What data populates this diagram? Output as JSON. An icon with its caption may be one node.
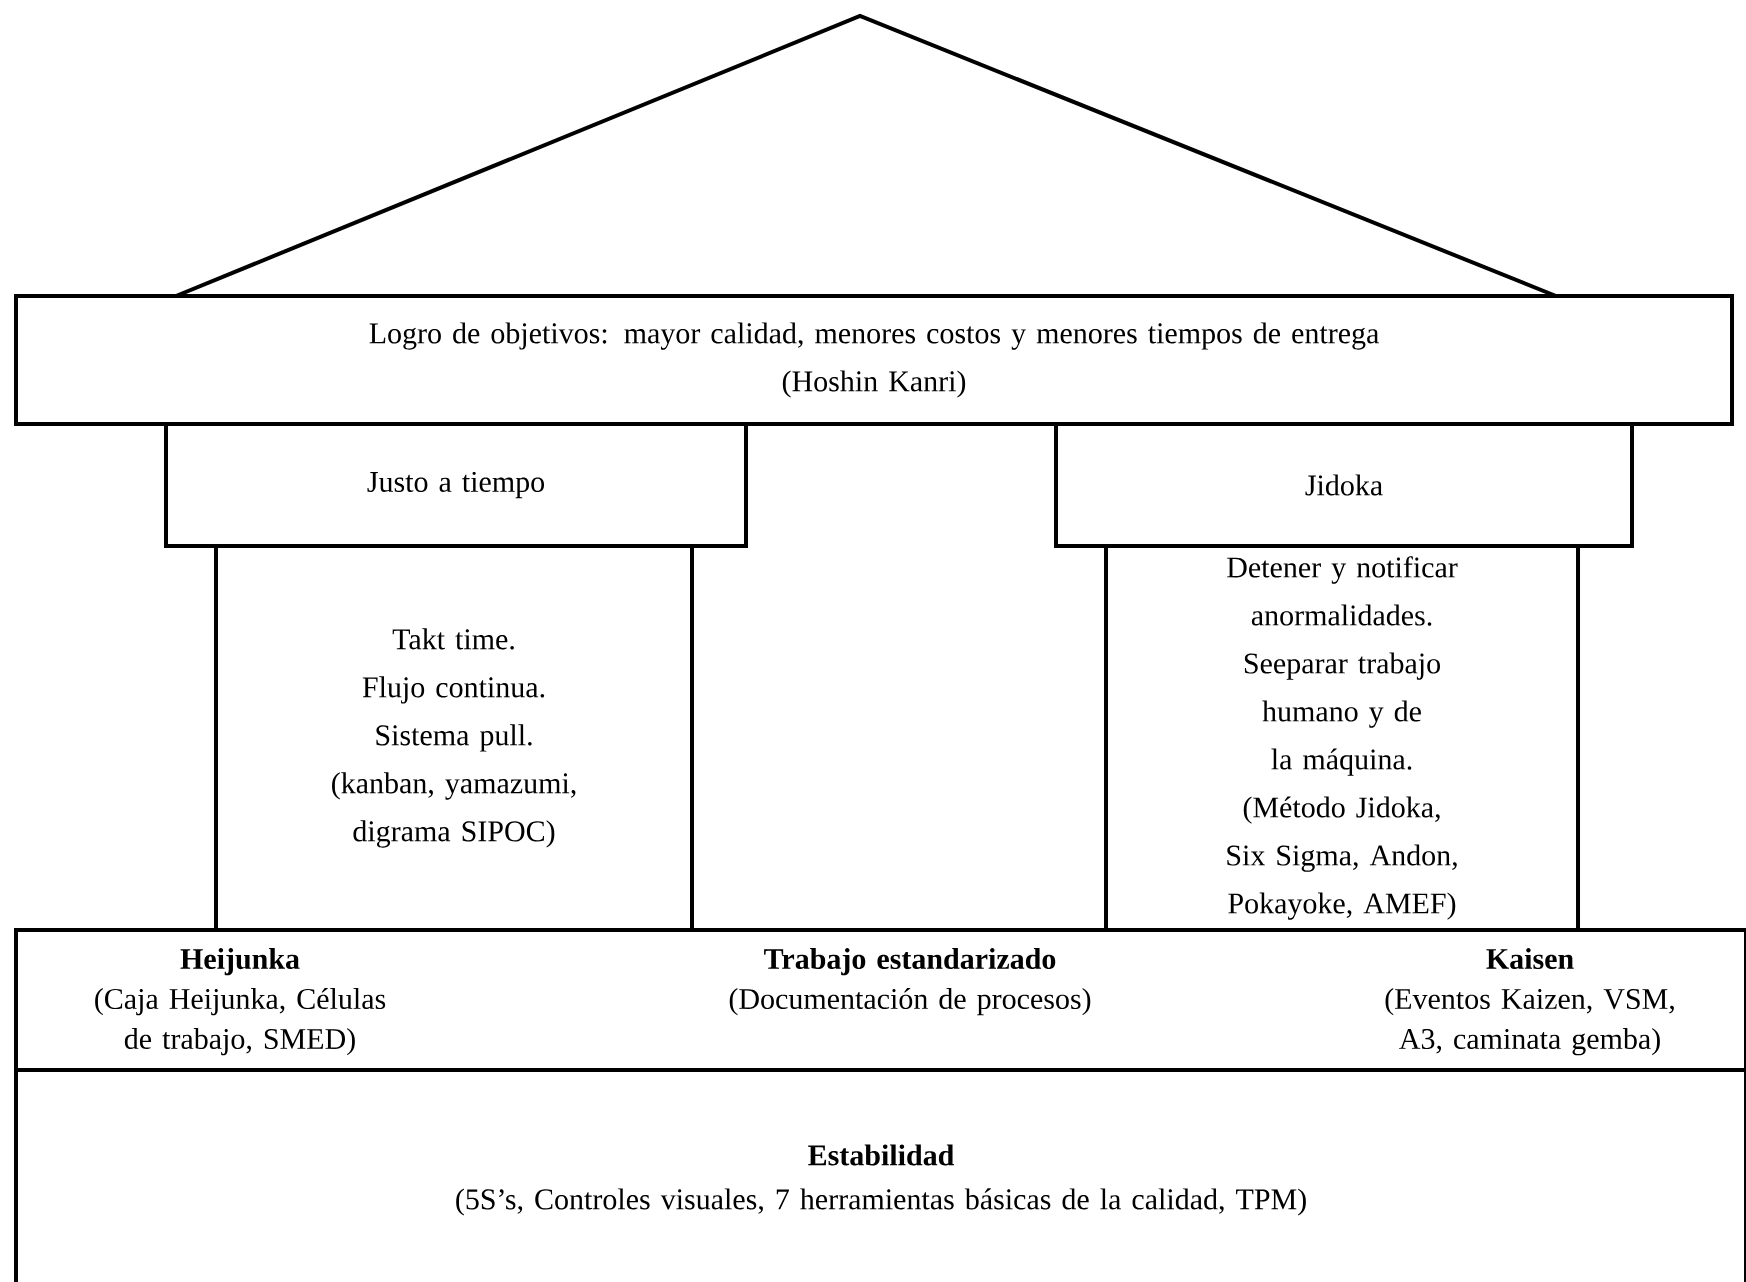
{
  "diagram": {
    "nodes": [
      {
        "text": [
          "Logro de objetivos: mayor calidad, menores costos y menores tiempos de entrega",
          "(Hoshin Kanri)"
        ]
      },
      {
        "text": [
          "Justo a tiempo"
        ]
      },
      {
        "text": [
          "Takt time.",
          "Flujo continua.",
          "Sistema pull.",
          "(kanban, yamazumi, digrama SIPOC)"
        ]
      },
      {
        "text": [
          "Jidoka"
        ]
      },
      {
        "text": [
          "Detener y notificar anormalidades.",
          "Seeparar trabajo humano y de la máquina.",
          "(Método Jidoka, Six Sigma, Andon, Pokayoke, AMEF)"
        ]
      },
      {
        "text": [
          "Heijunka",
          "(Caja Heijunka, Células de trabajo, SMED)",
          "Trabajo estandarizado",
          "(Documentación de procesos)",
          "Kaisen",
          "(Eventos Kaizen, VSM, A3, caminata gemba)"
        ]
      },
      {
        "text": [
          "Estabilidad",
          "(5S’s, Controles visuales, 7 herramientas básicas de la calidad, TPM)"
        ]
      }
    ]
  }
}
